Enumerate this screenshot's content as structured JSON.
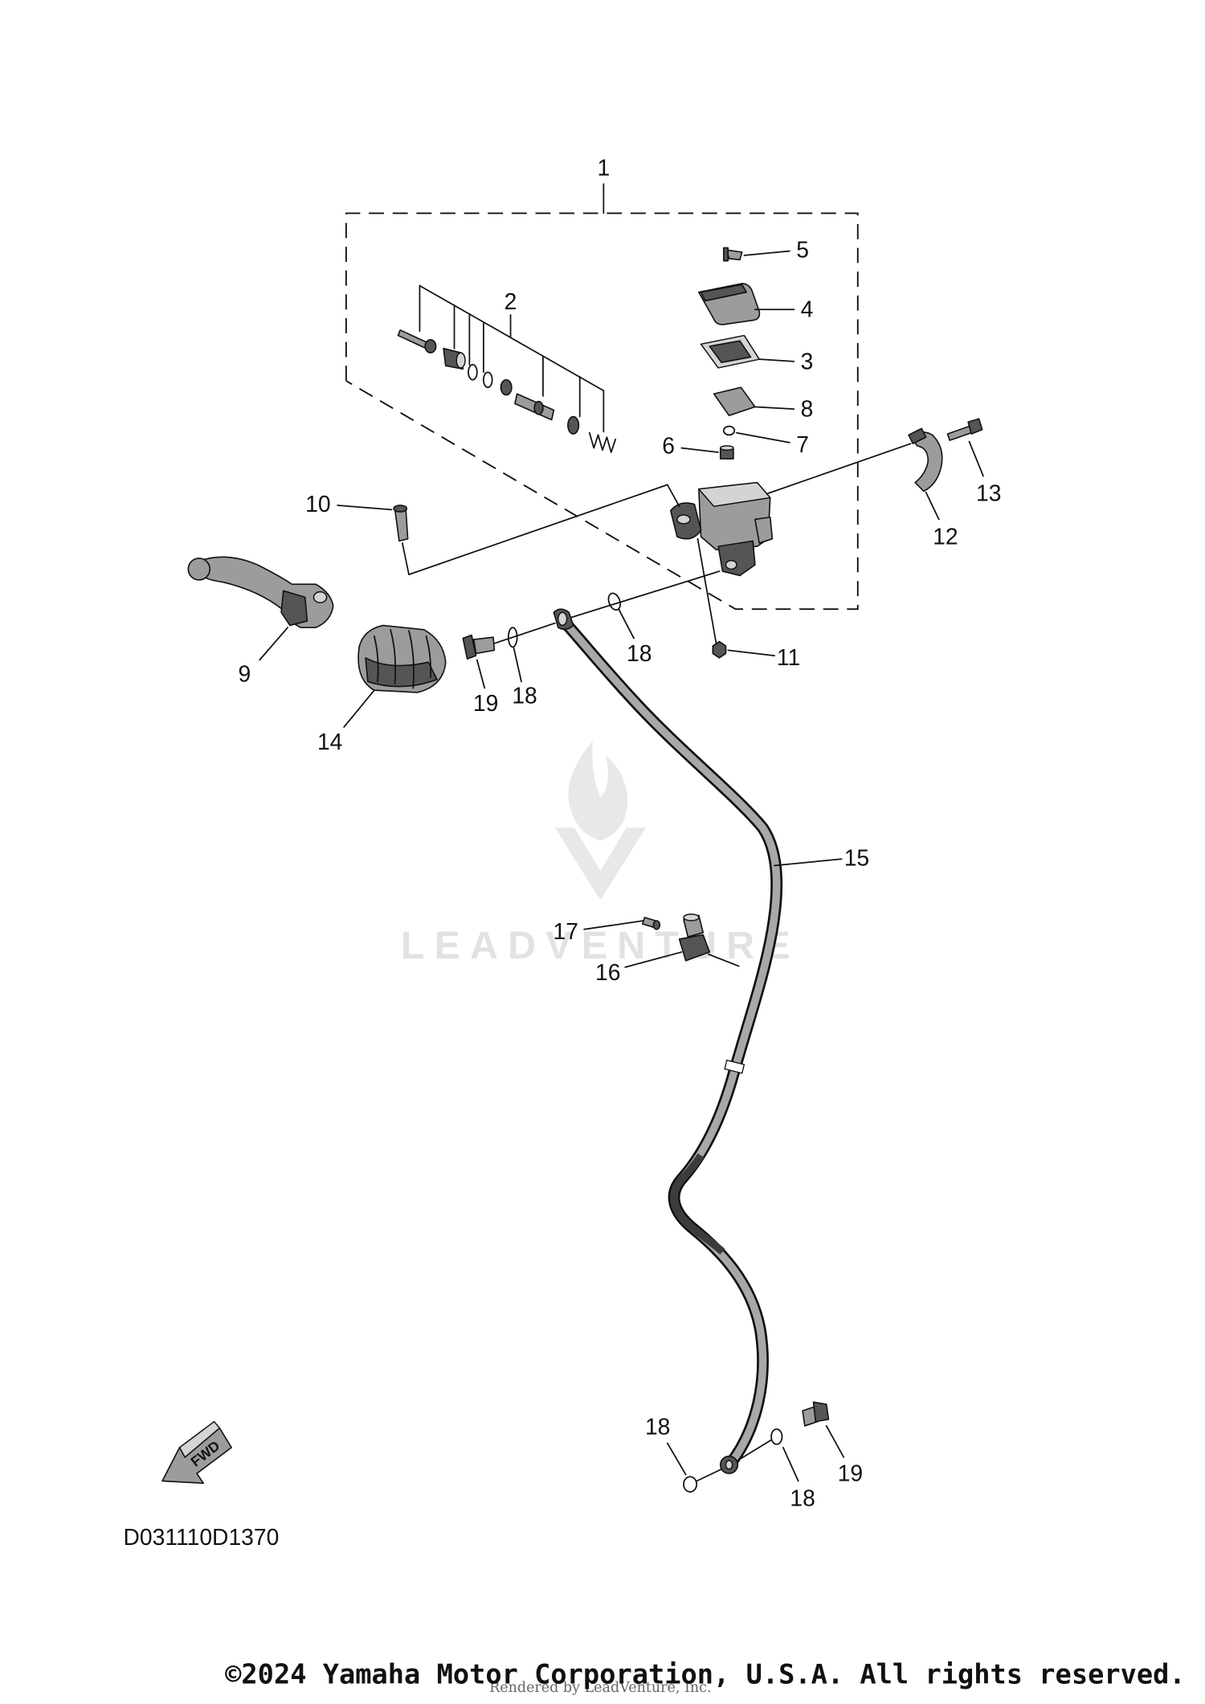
{
  "diagram": {
    "callouts": [
      "1",
      "2",
      "5",
      "4",
      "3",
      "8",
      "7",
      "6",
      "10",
      "13",
      "12",
      "11",
      "9",
      "18",
      "14",
      "19",
      "18",
      "15",
      "17",
      "16",
      "18",
      "18",
      "19"
    ],
    "diagram_code": "D031110D1370",
    "fwd_label": "FWD"
  },
  "watermark": {
    "brand": "LEADVENTURE"
  },
  "footer": {
    "copyright": "©2024 Yamaha Motor Corporation, U.S.A. All rights reserved.",
    "render_credit": "Rendered by LeadVenture, Inc."
  }
}
